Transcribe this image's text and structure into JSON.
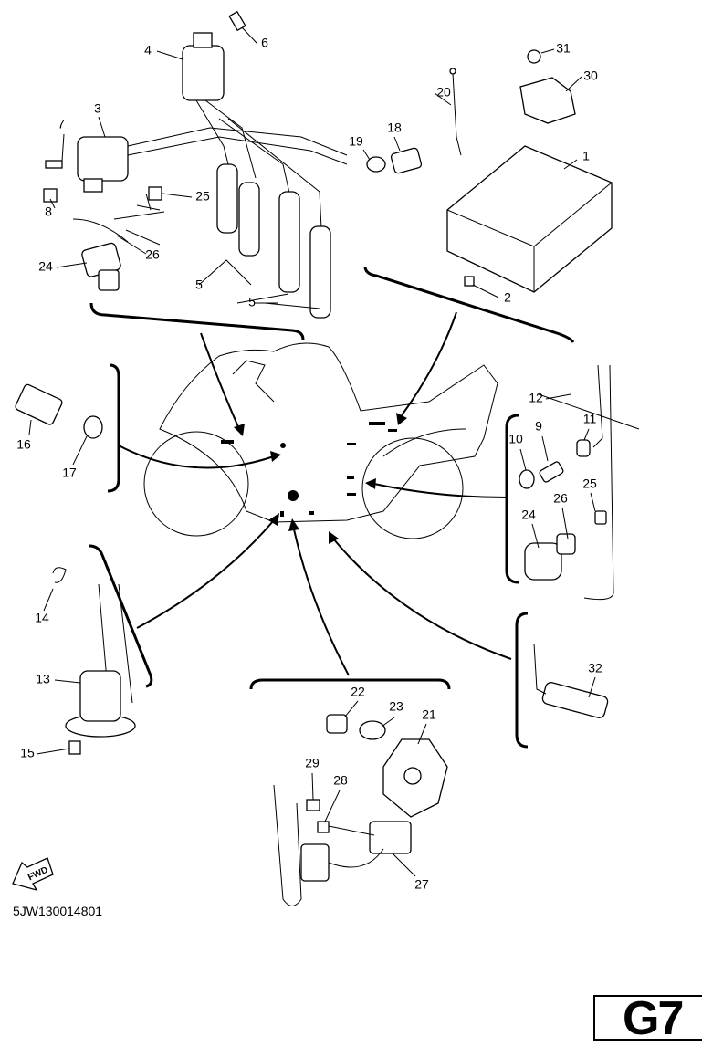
{
  "diagram_code": "5JW130014801",
  "page_label": "G7",
  "fwd_label": "FWD",
  "callouts": [
    "4",
    "6",
    "3",
    "7",
    "8",
    "25",
    "26",
    "24",
    "5",
    "5",
    "20",
    "31",
    "30",
    "19",
    "18",
    "1",
    "2",
    "12",
    "9",
    "11",
    "10",
    "25",
    "26",
    "24",
    "16",
    "17",
    "14",
    "13",
    "15",
    "22",
    "23",
    "21",
    "29",
    "28",
    "27",
    "32"
  ]
}
